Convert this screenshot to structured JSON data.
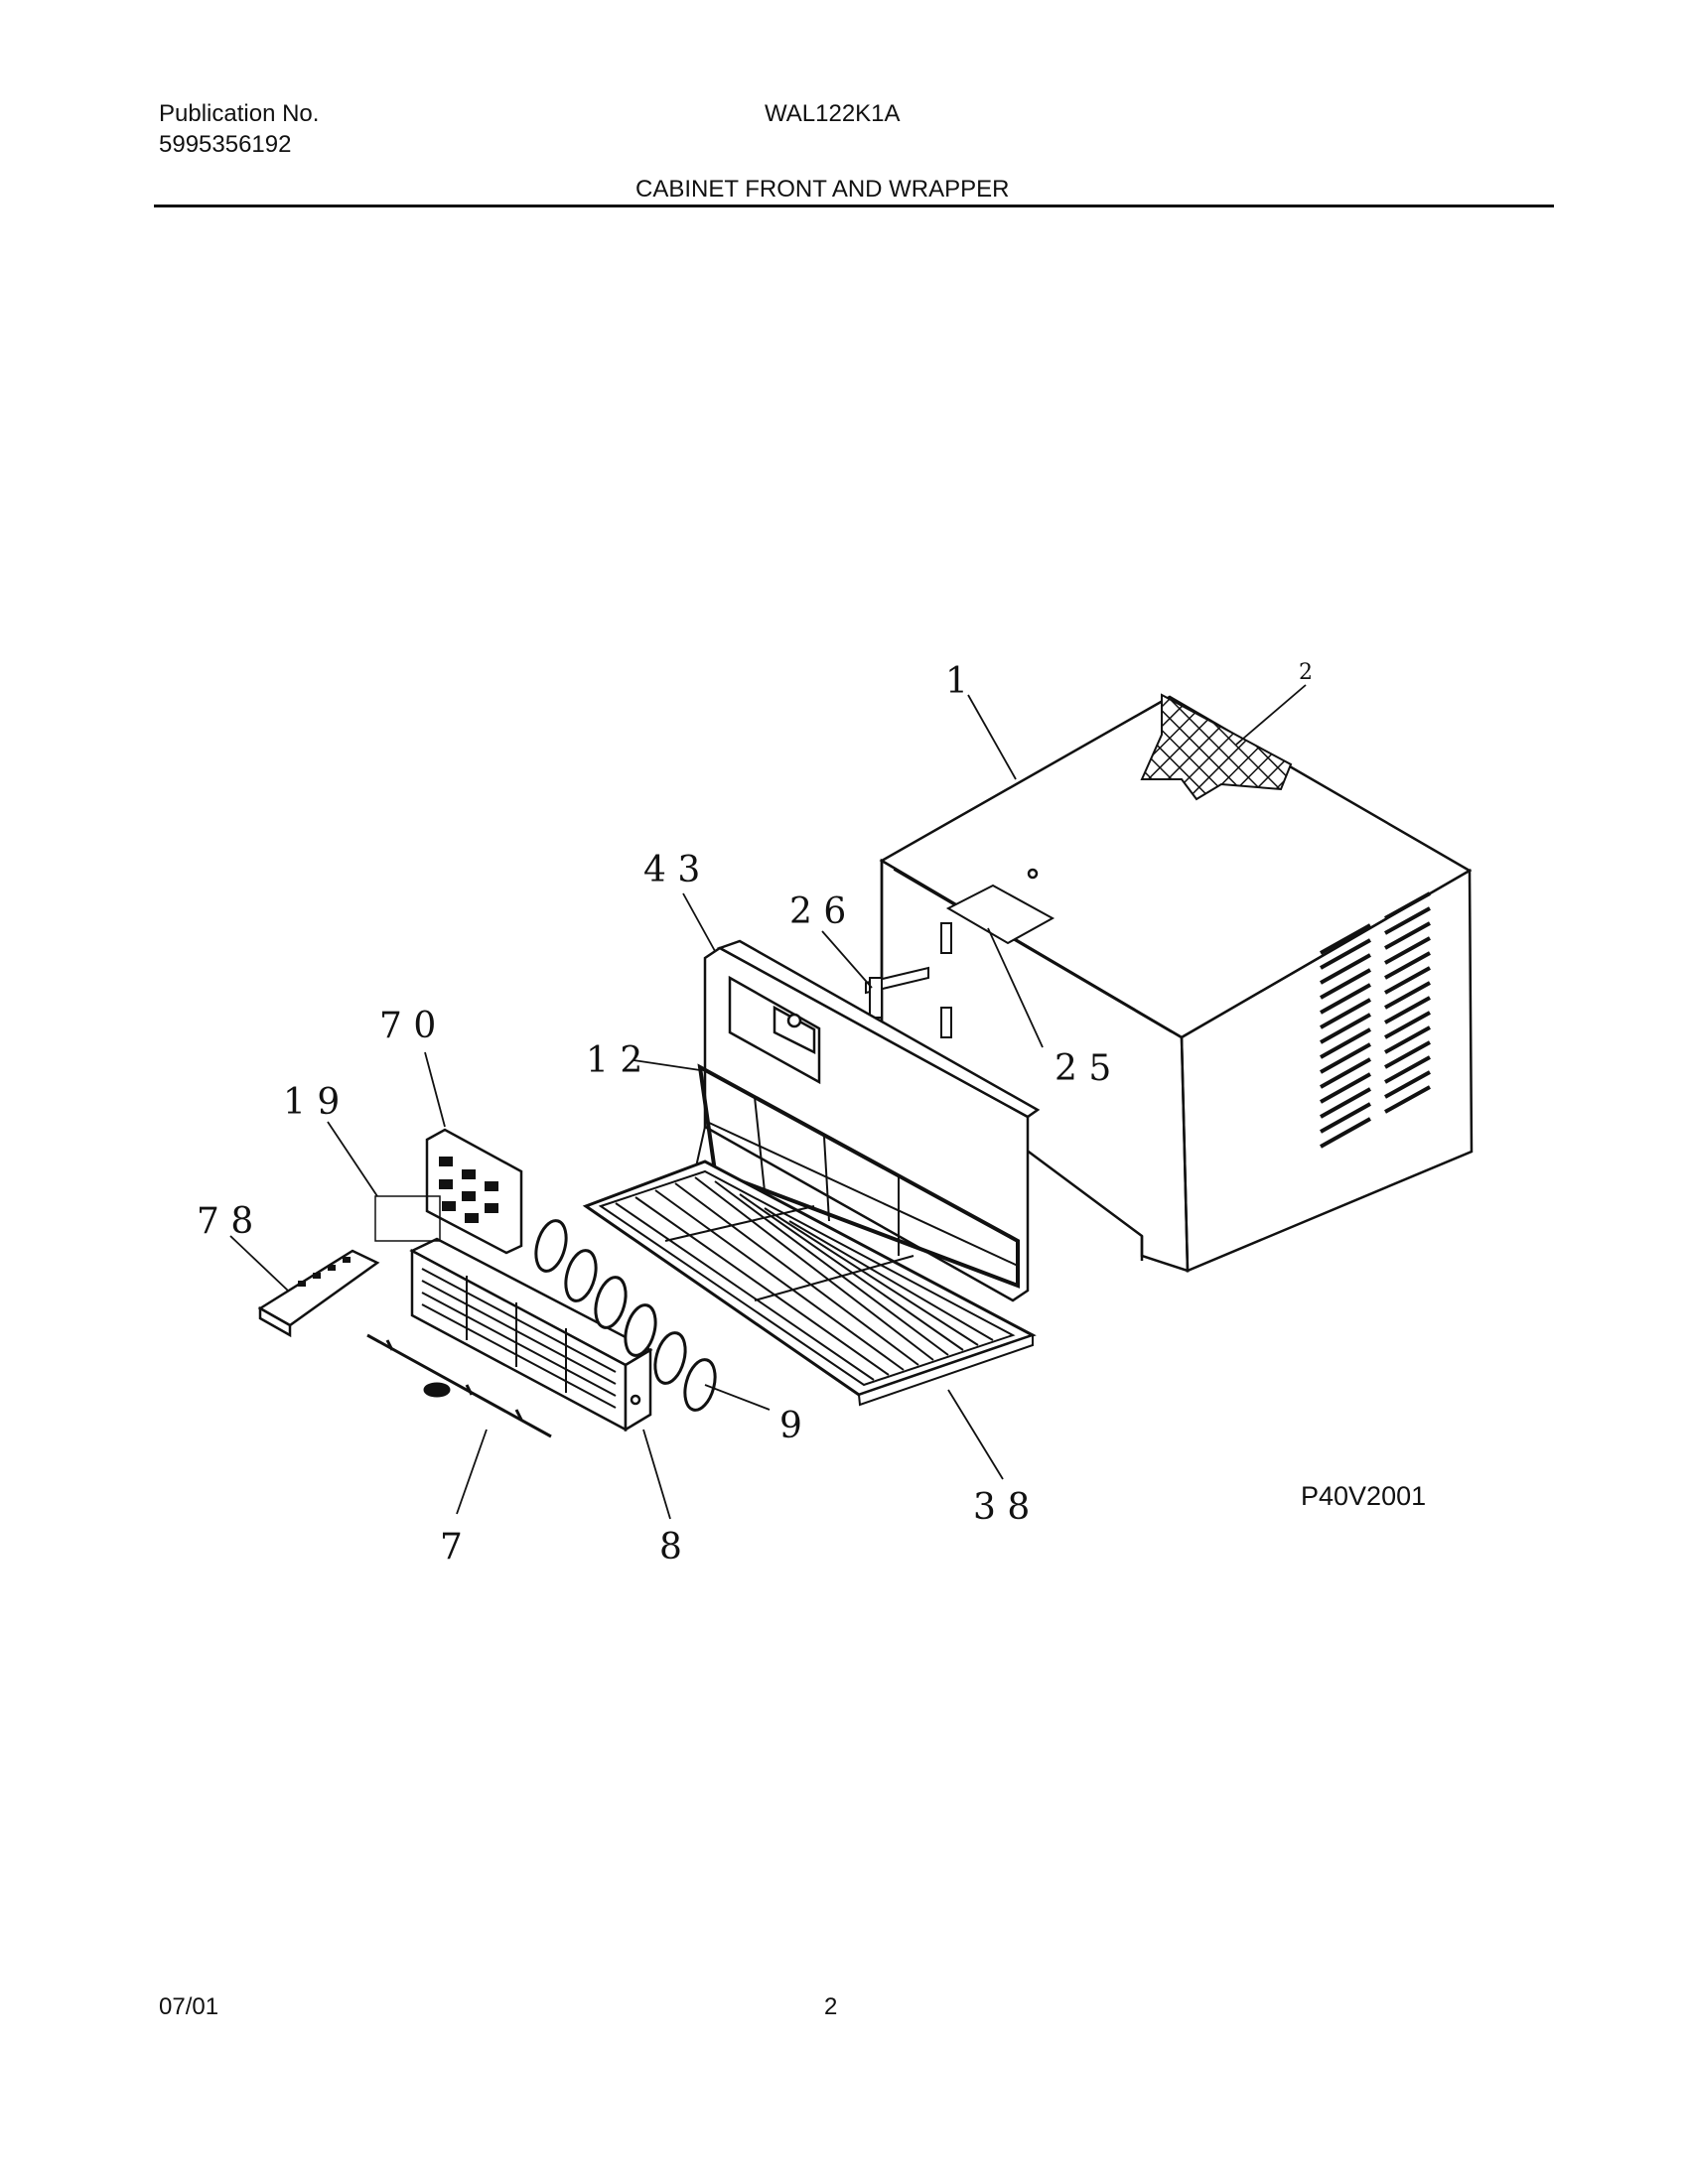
{
  "header": {
    "publication_label": "Publication No.",
    "publication_number": "5995356192",
    "model": "WAL122K1A",
    "section_title": "CABINET FRONT AND WRAPPER"
  },
  "diagram": {
    "callouts": {
      "c1": "1",
      "c2": "2",
      "c43": "4 3",
      "c26": "2 6",
      "c25": "2 5",
      "c70": "7 0",
      "c12": "1 2",
      "c19": "1 9",
      "c78": "7 8",
      "c9": "9",
      "c38": "3 8",
      "c7": "7",
      "c8": "8"
    },
    "drawing_code": "P40V2001"
  },
  "footer": {
    "date": "07/01",
    "page": "2"
  }
}
